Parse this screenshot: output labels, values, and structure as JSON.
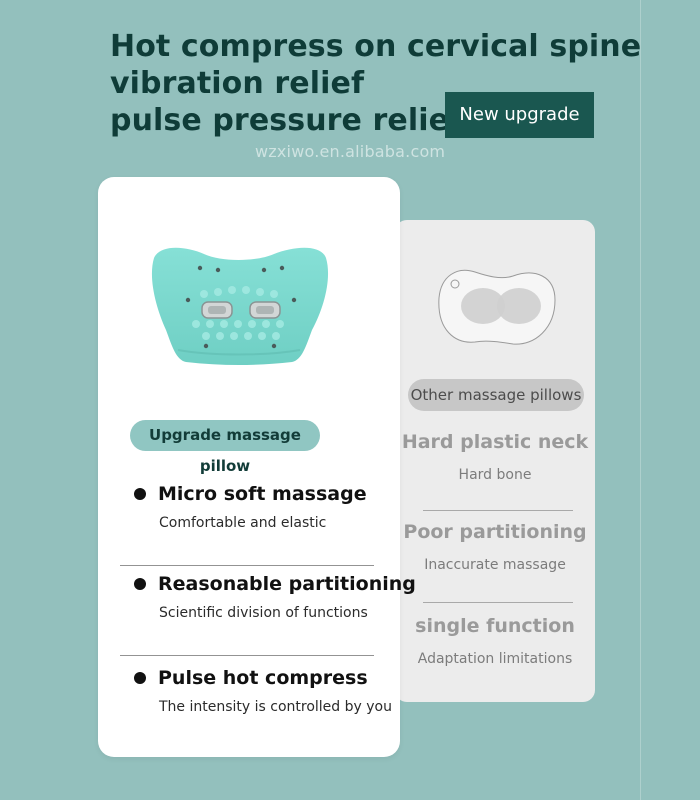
{
  "header": {
    "title_lines": [
      "Hot compress on cervical spine",
      "vibration relief",
      "pulse pressure relief"
    ],
    "badge": "New upgrade",
    "watermark": "wzxiwo.en.alibaba.com"
  },
  "left_card": {
    "pill_label": "Upgrade massage pillow",
    "features": [
      {
        "title": "Micro soft massage",
        "subtitle": "Comfortable and elastic"
      },
      {
        "title": "Reasonable partitioning",
        "subtitle": "Scientific division of functions"
      },
      {
        "title": "Pulse hot compress",
        "subtitle": "The intensity is controlled by you"
      }
    ]
  },
  "right_card": {
    "pill_label": "Other massage pillows",
    "items": [
      {
        "title": "Hard plastic neck",
        "subtitle": "Hard bone"
      },
      {
        "title": "Poor partitioning",
        "subtitle": "Inaccurate massage"
      },
      {
        "title": "single function",
        "subtitle": "Adaptation limitations"
      }
    ]
  },
  "colors": {
    "background": "#93c0bd",
    "heading": "#0f3c38",
    "badge_bg": "#1a5750",
    "pillow_teal": "#7dd6cc",
    "left_pill_bg": "#90c6c2",
    "right_card_bg": "#ececec"
  }
}
